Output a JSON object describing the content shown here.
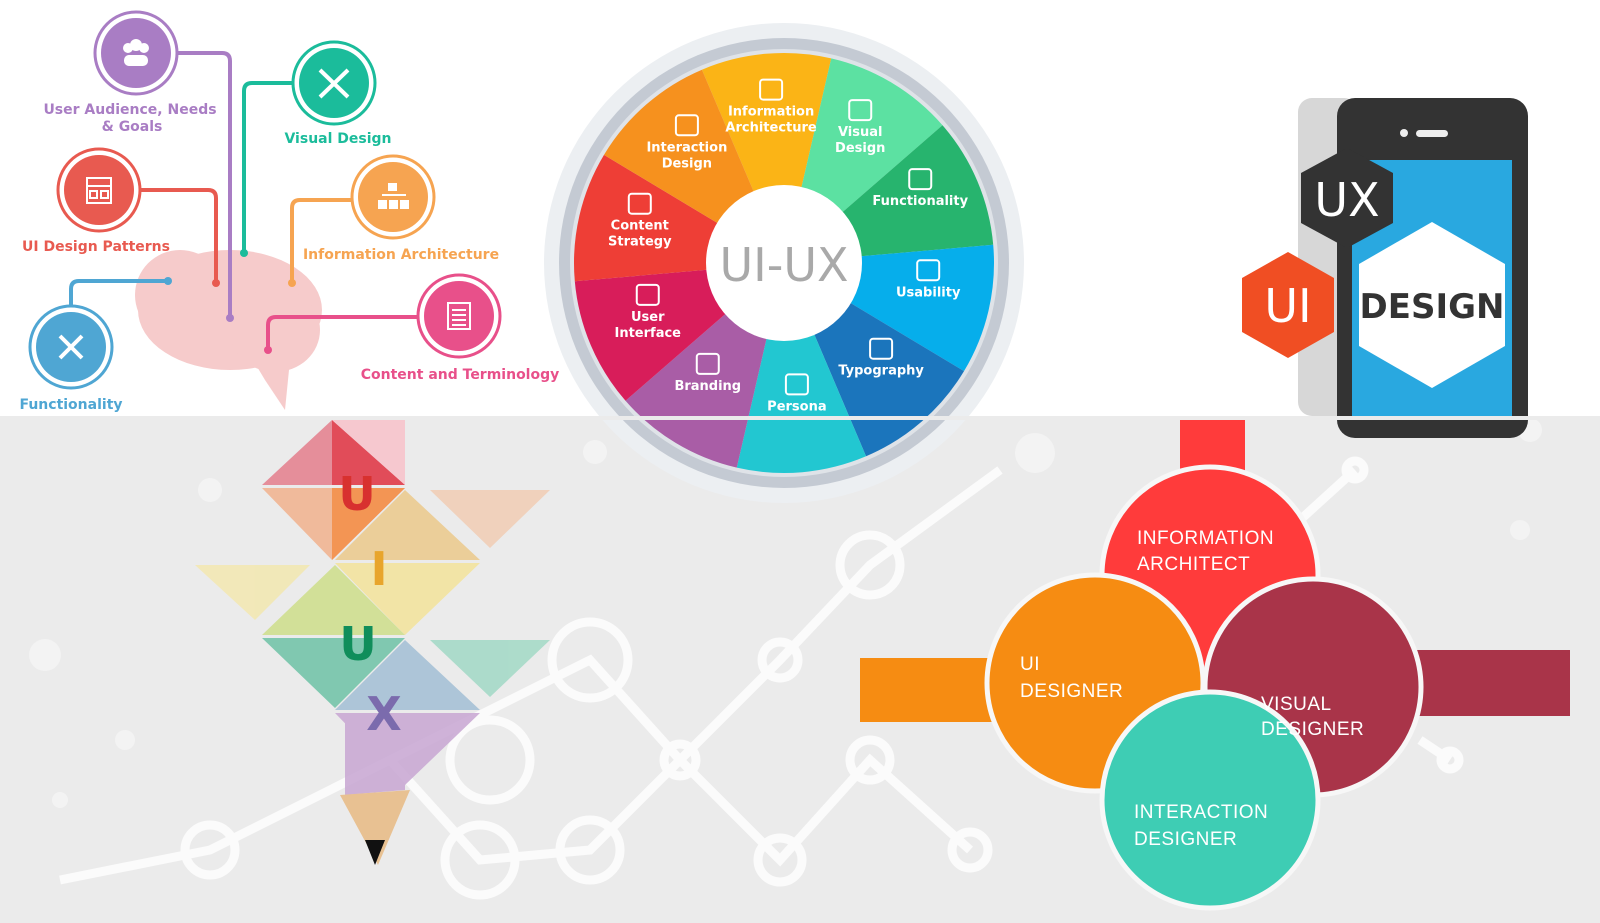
{
  "brain_diagram": {
    "nodes": [
      {
        "label_lines": [
          "User Audience, Needs",
          "& Goals"
        ],
        "color": "#A97DC4",
        "icon": "users-icon"
      },
      {
        "label_lines": [
          "Visual Design"
        ],
        "color": "#1BBC9B",
        "icon": "ruler-pencil-icon"
      },
      {
        "label_lines": [
          "UI Design Patterns"
        ],
        "color": "#E85A50",
        "icon": "layout-icon"
      },
      {
        "label_lines": [
          "Information Architecture"
        ],
        "color": "#F6A451",
        "icon": "sitemap-icon"
      },
      {
        "label_lines": [
          "Content and Terminology"
        ],
        "color": "#E8508A",
        "icon": "document-icon"
      },
      {
        "label_lines": [
          "Functionality"
        ],
        "color": "#4FA6D3",
        "icon": "tools-icon"
      }
    ]
  },
  "wheel": {
    "center_label": "UI-UX",
    "segments": [
      {
        "label_lines": [
          "Information",
          "Architecture"
        ],
        "color": "#FBB416",
        "icon": "sitemap-icon"
      },
      {
        "label_lines": [
          "Visual",
          "Design"
        ],
        "color": "#5CE1A2",
        "icon": "eye-icon"
      },
      {
        "label_lines": [
          "Functionality"
        ],
        "color": "#27B46E",
        "icon": "gear-wrench-icon"
      },
      {
        "label_lines": [
          "Usability"
        ],
        "color": "#06AEEB",
        "icon": "touch-screen-icon"
      },
      {
        "label_lines": [
          "Typography"
        ],
        "color": "#1B75BC",
        "icon": "pen-nib-icon"
      },
      {
        "label_lines": [
          "Persona"
        ],
        "color": "#22C7D1",
        "icon": "people-icon"
      },
      {
        "label_lines": [
          "Branding"
        ],
        "color": "#A95DA6",
        "icon": "star-icon"
      },
      {
        "label_lines": [
          "User",
          "Interface"
        ],
        "color": "#D81D5A",
        "icon": "window-icon"
      },
      {
        "label_lines": [
          "Content",
          "Strategy"
        ],
        "color": "#EE3E36",
        "icon": "clipboard-icon"
      },
      {
        "label_lines": [
          "Interaction",
          "Design"
        ],
        "color": "#F6911E",
        "icon": "nodes-icon"
      }
    ]
  },
  "phone_graphic": {
    "ux_label": "UX",
    "ui_label": "UI",
    "design_label": "DESIGN"
  },
  "pencil_graphic": {
    "letters": [
      "U",
      "I",
      "U",
      "X"
    ]
  },
  "venn": {
    "items": [
      {
        "lines": [
          "INFORMATION",
          "ARCHITECT"
        ],
        "color": "#FF3B3B"
      },
      {
        "lines": [
          "UI",
          "DESIGNER"
        ],
        "color": "#F68C12"
      },
      {
        "lines": [
          "VISUAL",
          "DESIGNER"
        ],
        "color": "#A93449"
      },
      {
        "lines": [
          "INTERACTION",
          "DESIGNER"
        ],
        "color": "#3ECDB4"
      }
    ]
  }
}
